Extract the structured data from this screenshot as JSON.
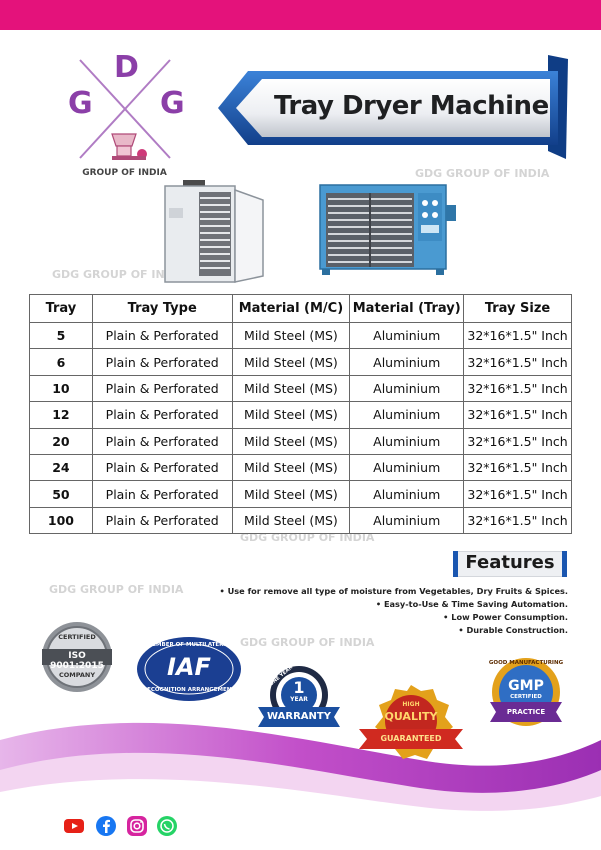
{
  "colors": {
    "brand_pink": "#e4127b",
    "logo_purple": "#8b3fa8",
    "banner_blue": "#1a56b0",
    "table_border": "#666666"
  },
  "logo": {
    "letter_top": "D",
    "letter_left": "G",
    "letter_right": "G",
    "tagline": "GROUP OF INDIA"
  },
  "title": "Tray Dryer Machine",
  "watermark": "GDG GROUP OF INDIA",
  "table": {
    "headers": [
      "Tray",
      "Tray Type",
      "Material (M/C)",
      "Material (Tray)",
      "Tray Size"
    ],
    "rows": [
      [
        "5",
        "Plain & Perforated",
        "Mild Steel (MS)",
        "Aluminium",
        "32*16*1.5\" Inch"
      ],
      [
        "6",
        "Plain & Perforated",
        "Mild Steel (MS)",
        "Aluminium",
        "32*16*1.5\" Inch"
      ],
      [
        "10",
        "Plain & Perforated",
        "Mild Steel (MS)",
        "Aluminium",
        "32*16*1.5\" Inch"
      ],
      [
        "12",
        "Plain & Perforated",
        "Mild Steel (MS)",
        "Aluminium",
        "32*16*1.5\" Inch"
      ],
      [
        "20",
        "Plain & Perforated",
        "Mild Steel (MS)",
        "Aluminium",
        "32*16*1.5\" Inch"
      ],
      [
        "24",
        "Plain & Perforated",
        "Mild Steel (MS)",
        "Aluminium",
        "32*16*1.5\" Inch"
      ],
      [
        "50",
        "Plain & Perforated",
        "Mild Steel (MS)",
        "Aluminium",
        "32*16*1.5\" Inch"
      ],
      [
        "100",
        "Plain & Perforated",
        "Mild Steel (MS)",
        "Aluminium",
        "32*16*1.5\" Inch"
      ]
    ]
  },
  "features": {
    "title": "Features",
    "items": [
      "Use for remove all type of moisture from Vegetables, Dry Fruits & Spices.",
      "Easy-to-Use & Time Saving Automation.",
      "Low Power Consumption.",
      "Durable Construction."
    ]
  },
  "badges": {
    "iso": {
      "top": "CERTIFIED",
      "main": "ISO 9001:2015",
      "bottom": "COMPANY"
    },
    "iaf": {
      "main": "IAF",
      "arc_top": "MEMBER OF MULTILATERAL",
      "arc_bottom": "RECOGNITION ARRANGEMENT"
    },
    "warranty": {
      "number": "1",
      "unit": "YEAR",
      "ribbon": "WARRANTY",
      "side": "ONE YEAR"
    },
    "quality": {
      "top": "HIGH",
      "main": "QUALITY",
      "ribbon": "GUARANTEED"
    },
    "gmp": {
      "main": "GMP",
      "sub": "CERTIFIED",
      "arc_top": "GOOD MANUFACTURING",
      "ribbon": "PRACTICE"
    }
  },
  "social": [
    {
      "icon": "youtube-icon",
      "color": "#e62117"
    },
    {
      "icon": "facebook-icon",
      "color": "#1877f2"
    },
    {
      "icon": "instagram-icon",
      "color": "#d6249f"
    },
    {
      "icon": "whatsapp-icon",
      "color": "#25d366"
    }
  ]
}
